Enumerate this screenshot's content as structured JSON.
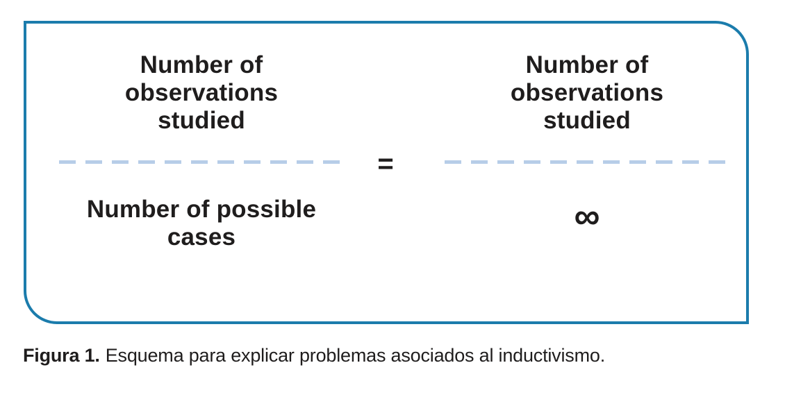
{
  "figure": {
    "diagram": {
      "left_fraction": {
        "numerator": "Number of\nobservations\nstudied",
        "denominator": "Number of possible\ncases"
      },
      "equals_sign": "=",
      "right_fraction": {
        "numerator": "Number of\nobservations\nstudied",
        "denominator_infinity": "∞"
      }
    },
    "caption": {
      "label": "Figura 1.",
      "text": "Esquema para explicar problemas asociados al inductivismo."
    },
    "colors": {
      "border": "#1b7cac",
      "dash": "#b7cde8",
      "text": "#1f1d1d"
    }
  }
}
